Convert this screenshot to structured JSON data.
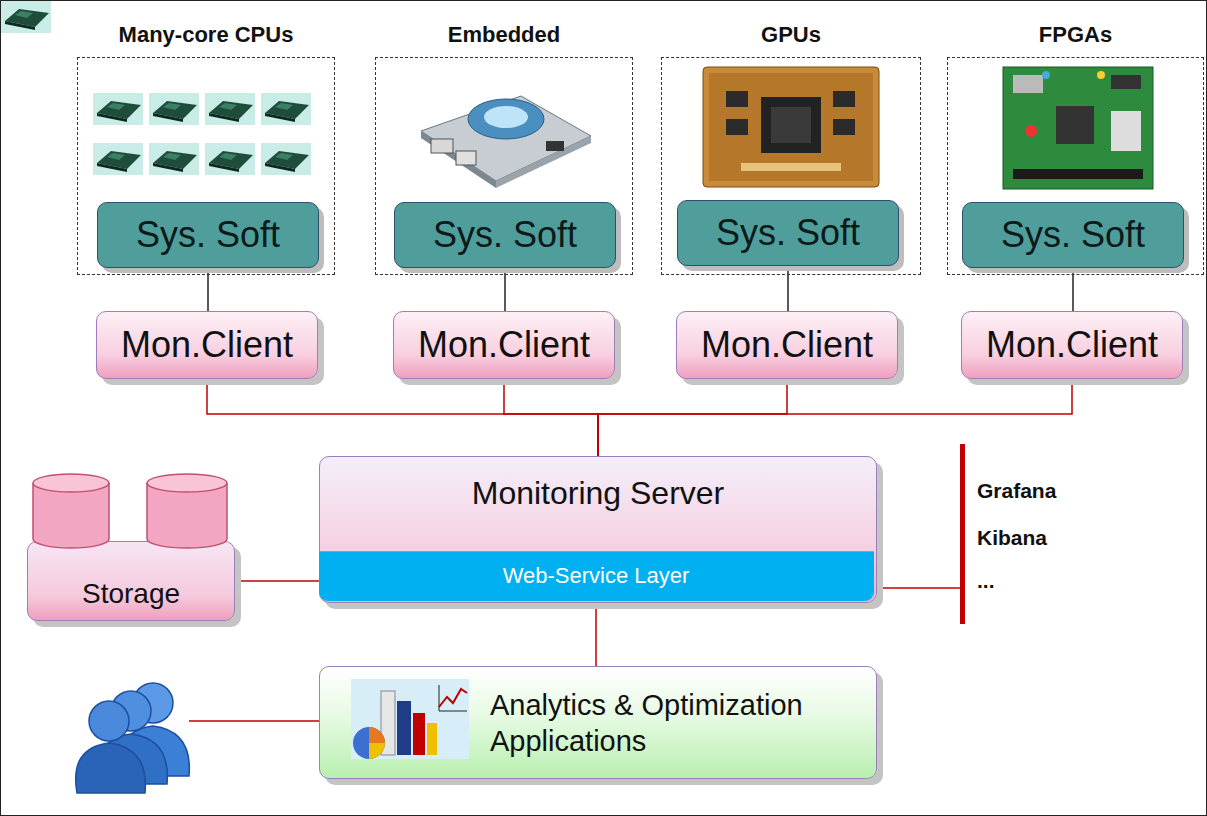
{
  "diagram": {
    "nodes": [
      {
        "text": [
          "Many-core CPUs"
        ]
      },
      {
        "text": [
          "Sys. Soft"
        ],
        "in": 0
      },
      {
        "text": [
          "Embedded"
        ]
      },
      {
        "text": [
          "Sys. Soft"
        ],
        "in": 2
      },
      {
        "text": [
          "GPUs"
        ]
      },
      {
        "text": [
          "Sys. Soft"
        ],
        "in": 4
      },
      {
        "text": [
          "FPGAs"
        ]
      },
      {
        "text": [
          "Sys. Soft"
        ],
        "in": 6
      },
      {
        "text": [
          "Mon.Client"
        ]
      },
      {
        "text": [
          "Mon.Client"
        ]
      },
      {
        "text": [
          "Mon.Client"
        ]
      },
      {
        "text": [
          "Mon.Client"
        ]
      },
      {
        "text": [
          "Storage"
        ]
      },
      {
        "text": [
          "Monitoring Server"
        ]
      },
      {
        "text": [
          "Web-Service Layer"
        ],
        "in": 13
      },
      {
        "text": [
          "Analytics & Optimization Applications"
        ]
      }
    ],
    "edges": [
      {
        "from": 1,
        "to": 8,
        "arrow": "none"
      },
      {
        "from": 3,
        "to": 9,
        "arrow": "none"
      },
      {
        "from": 5,
        "to": 10,
        "arrow": "none"
      },
      {
        "from": 7,
        "to": 11,
        "arrow": "none"
      },
      {
        "from": 8,
        "to": 13,
        "arrow": "none"
      },
      {
        "from": 9,
        "to": 13,
        "arrow": "none"
      },
      {
        "from": 10,
        "to": 13,
        "arrow": "none"
      },
      {
        "from": 11,
        "to": 13,
        "arrow": "none"
      },
      {
        "from": 12,
        "to": 13,
        "arrow": "none"
      },
      {
        "from": 14,
        "to": 15,
        "arrow": "none"
      }
    ],
    "labels": [
      "Grafana",
      "Kibana",
      "..."
    ]
  }
}
